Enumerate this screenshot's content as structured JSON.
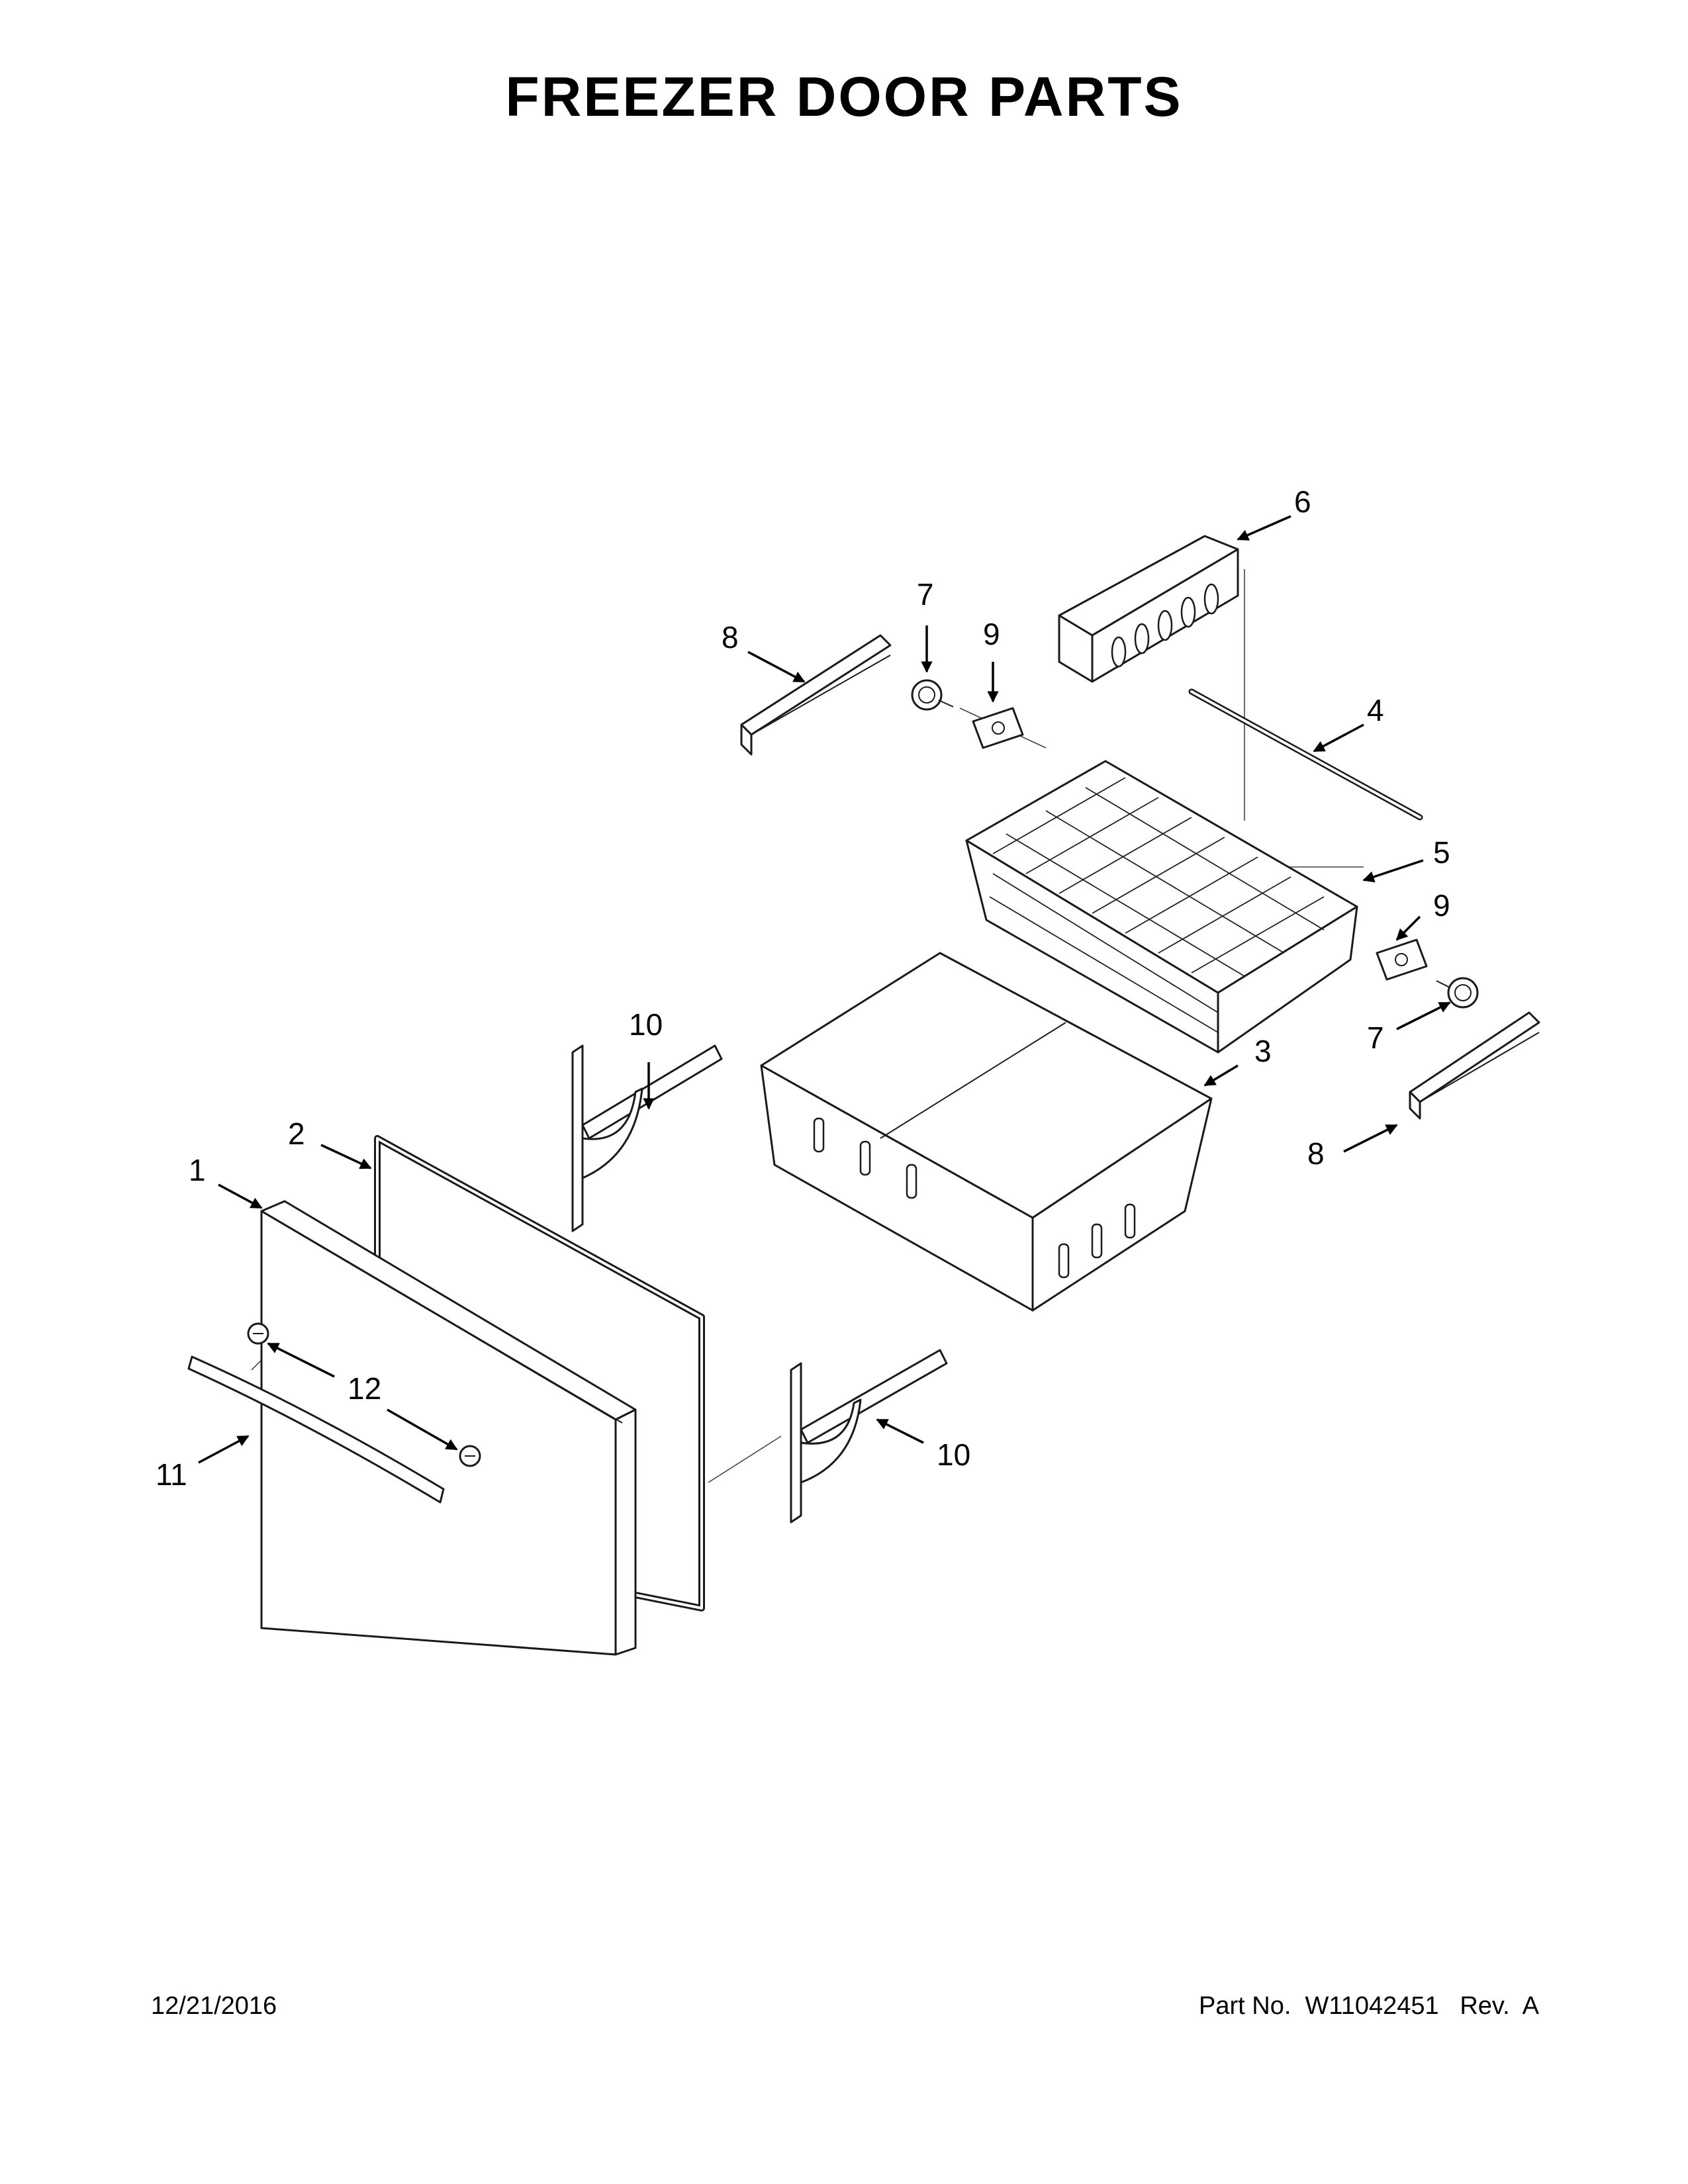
{
  "title": "FREEZER DOOR PARTS",
  "callouts": [
    "1",
    "2",
    "3",
    "4",
    "5",
    "6",
    "7",
    "7",
    "8",
    "8",
    "9",
    "9",
    "10",
    "10",
    "11",
    "12"
  ],
  "footer": {
    "date": "12/21/2016",
    "part_number": "Part No.  W11042451   Rev.  A"
  }
}
